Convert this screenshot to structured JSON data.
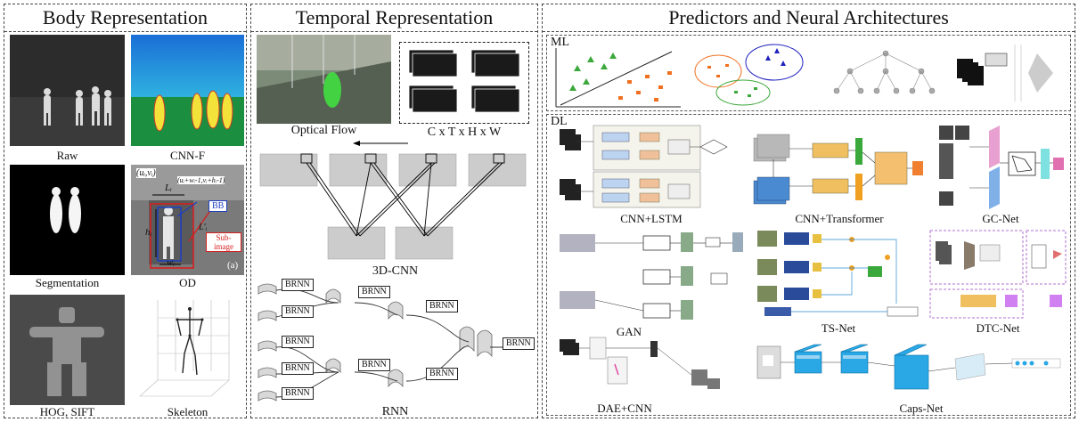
{
  "panels": {
    "body": {
      "title": "Body Representation",
      "captions": {
        "raw": "Raw",
        "cnnf": "CNN-F",
        "seg": "Segmentation",
        "od": "OD",
        "hog": "HOG, SIFT",
        "skel": "Skeleton"
      },
      "od_labels": {
        "corner": "(uᵢ,vᵢ)",
        "corner2": "(uᵢ+wᵢ-1,vᵢ+hᵢ-1)",
        "L": "Lᵢ",
        "h": "hᵢ",
        "w": "wᵢ",
        "Lc": "L′ᵢ",
        "bb": "BB",
        "sub": "Sub-image",
        "a": "(a)"
      }
    },
    "temporal": {
      "title": "Temporal Representation",
      "captions": {
        "flow": "Optical Flow",
        "tensor": "C x T x H x W",
        "cnn3d": "3D-CNN",
        "rnn": "RNN"
      },
      "brnn_label": "BRNN"
    },
    "predictors": {
      "title": "Predictors and Neural Architectures",
      "ml_label": "ML",
      "dl_label": "DL",
      "captions": {
        "cnnlstm": "CNN+LSTM",
        "cnntrans": "CNN+Transformer",
        "gcnet": "GC-Net",
        "gan": "GAN",
        "tsnet": "TS-Net",
        "dtcnet": "DTC-Net",
        "daecnn": "DAE+CNN",
        "capsnet": "Caps-Net"
      }
    }
  },
  "colors": {
    "thermal_bg": "#2a2a2a",
    "cnnf_bg": "#1faa5a",
    "box_blue": "#1f3fbf",
    "box_red": "#d42020",
    "gcnet_pink": "#e8a0d0",
    "gcnet_cyan": "#7fe0e0",
    "caps_blue": "#2aa8e6",
    "trans_green": "#3aa83a",
    "trans_orange": "#f0a020"
  }
}
